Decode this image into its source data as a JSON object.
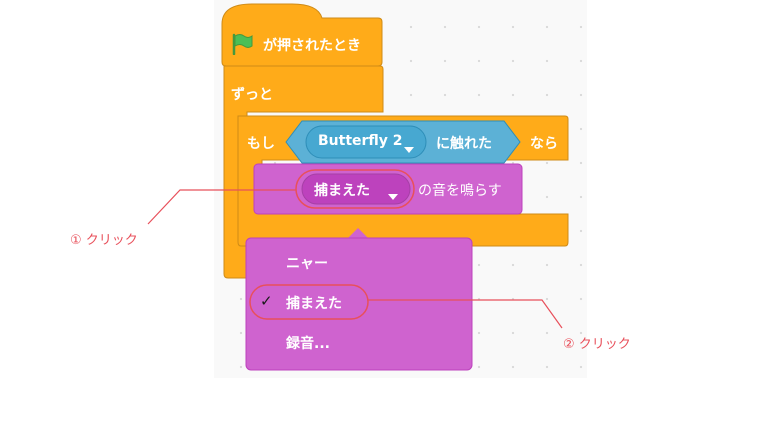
{
  "hat_block": {
    "label": "が押されたとき",
    "icon": "green-flag-icon"
  },
  "forever_block": {
    "label": "ずっと"
  },
  "if_block": {
    "prefix": "もし",
    "touching": "に触れた",
    "suffix": "なら"
  },
  "sprite_dropdown": {
    "value": "Butterfly 2"
  },
  "sound_block": {
    "sound_value": "捕まえた",
    "label": "の音を鳴らす"
  },
  "sound_menu": {
    "items": [
      {
        "label": "ニャー",
        "checked": false
      },
      {
        "label": "捕まえた",
        "checked": true
      },
      {
        "label": "録音...",
        "checked": false
      }
    ],
    "check_mark": "✓"
  },
  "annotations": {
    "step1": "① クリック",
    "step2": "② クリック"
  },
  "colors": {
    "events": "#FFAB19",
    "control": "#FFAB19",
    "sensing": "#5CB1D6",
    "sound": "#CF63CF",
    "annotation": "#E8505B"
  }
}
